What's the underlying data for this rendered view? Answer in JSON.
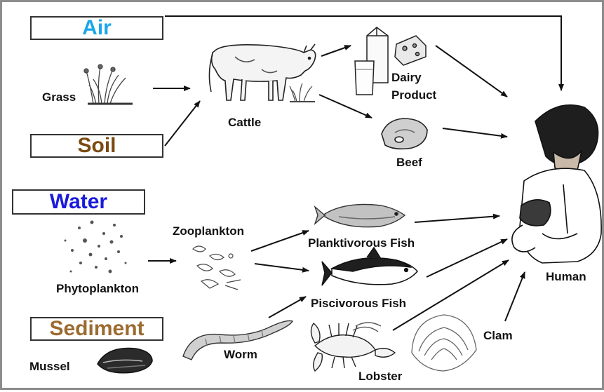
{
  "sources": {
    "air": {
      "label": "Air",
      "color": "#1ca7ec"
    },
    "soil": {
      "label": "Soil",
      "color": "#7b4a12"
    },
    "water": {
      "label": "Water",
      "color": "#1a1adb"
    },
    "sediment": {
      "label": "Sediment",
      "color": "#9c6b30"
    }
  },
  "labels": {
    "grass": "Grass",
    "cattle": "Cattle",
    "dairy_line1": "Dairy",
    "dairy_line2": "Product",
    "beef": "Beef",
    "zooplankton": "Zooplankton",
    "phytoplankton": "Phytoplankton",
    "planktivorous_fish": "Planktivorous Fish",
    "piscivorous_fish": "Piscivorous Fish",
    "human": "Human",
    "clam": "Clam",
    "worm": "Worm",
    "lobster": "Lobster",
    "mussel": "Mussel"
  }
}
